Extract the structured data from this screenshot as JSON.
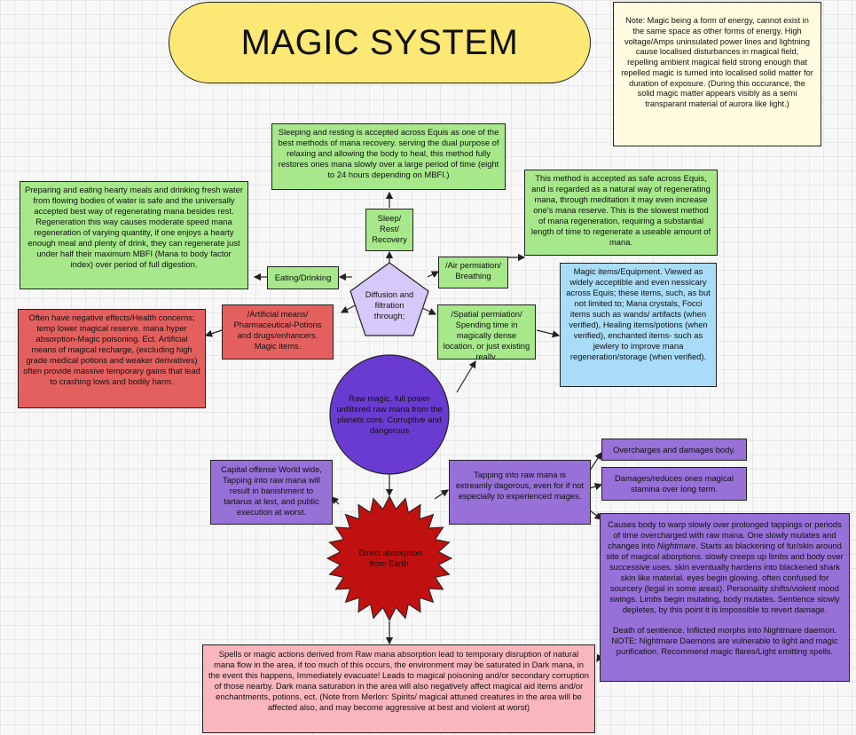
{
  "title": "MAGIC SYSTEM",
  "note": "Note: Magic being a form of energy, cannot exist in the same space as other forms of energy, High voltage/Amps uninsulated power lines and lightning cause localised disturbances in magical field, repelling ambient magical field strong enough that repelled magic is turned into localised solid matter for duration of exposure. (During this occurance, the solid magic matter appears visibly as a semi transparant material of aurora like light.)",
  "center": "Diffusion and filtration through;",
  "sleep": {
    "label": "Sleep/ Rest/ Recovery",
    "desc": "Sleeping and resting is accepted across Equis as one of the best methods of mana recovery. serving the dual purpose of relaxing and allowing the body to heal, this method fully restores ones mana slowly over a large period of time (eight to 24 hours depending on MBFI.)"
  },
  "eating": {
    "label": "Eating/Drinking",
    "desc": "Preparing and eating hearty meals and drinking fresh water from flowing bodies of water is safe and the universally accepted best way of regenerating mana besides rest. Regeneration this way causes moderate speed mana regeneration of varying quantity, if one enjoys a hearty enough meal and plenty of drink, they can regenerate just under half their maximum MBFI (Mana to body factor index) over period of full digestion."
  },
  "air": {
    "label": "/Air permiation/ Breathing",
    "desc": "This method is accepted as safe across Equis, and is regarded as a natural way of regenerating mana, through meditation it may even increase one's mana reserve. This is the slowest method of mana regeneration, requiring a substantial length of time to regenerate a useable amount of mana."
  },
  "artificial": {
    "label": "/Artificial means/ Pharmaceutical-Potions and drugs/enhancers. Magic items.",
    "desc": "Often have negative effects/Health concerns; temp lower magical reserve. mana hyper absorption-Magic poisoning. Ect. Artificial means of magical recharge, (excluding high grade medical potions and weaker derivatives) often provide massive temporary gains that lead to crashing lows and bodily harm."
  },
  "spatial": {
    "label": "/Spatial permiation/ Spending time in magically dense location. or just existing really.",
    "desc": "Magic items/Equipment. Viewed as widely acceptible and even nessicary across Equis; these items, such, as but not limited to; Mana crystals, Focci items such as wands/ artifacts (when verified), Healing items/potions (when verified), enchanted items- such as jewlery to improve mana regeneration/storage (when verified)."
  },
  "raw": "Raw magic, full power unfiltered raw mana from the planets core. Corruptive and dangerous",
  "capital": "Capital offense World wide, Tapping into raw mana will result in banishment to tartarus at lest, and public execution at worst.",
  "direct": "Direct absorption from Earth.",
  "tapping": "Tapping into raw mana is extreamly dagerous, even for if not especially to experienced mages.",
  "overcharge": "Overcharges and damages body.",
  "damages": "Damages/reduces ones magical stamina over long term.",
  "warp": {
    "p1": "Causes body to warp slowly over prolonged tappings or periods of time overcharged with raw mana. One slowly mutates and changes into ",
    "nightmare": "Nightmare",
    "p2": ". Starts as blackening of fur/skin around site of magical aborptions. slowly creeps up limbs and body over successive uses. skin eventually hardens into blackened shark skin like material. eyes begin glowing. often confused for sourcery (legal in some areas). Personality shifts/violent mood swings. Limbs begin mutating, body mutates. Sentience slowly depletes, by this point it is impossible to revert damage.",
    "p3": "Death of sentience. Inflicted morphs into Nightmare daemon. NOTE: Nightmare Daemons are vulnerable to light and magic purification. Recommend magic flares/Light emitting spells."
  },
  "spells": "Spells or magic actions derived from Raw mana absorption lead to temporary disruption of natural mana flow in the area, if too much of this occurs, the environment may be saturated in Dark mana, in the event this happens, Immediately evacuate! Leads to magical poisoning and/or secondary corruption of those nearby. Dark mana saturation in the area will also negatively affect magical aid items and/or enchantments, potions, ect. (Note from Merlon: Spirits/ magical attuned creatures in the area will be affected also, and may become aggressive at best and violent at worst)",
  "colors": {
    "title": "#fbe875",
    "note": "#fffbdf",
    "green": "#a6e88a",
    "red": "#e4605e",
    "purple": "#9770d8",
    "blue": "#a8dcf7",
    "pink": "#f9b6bd",
    "lavender": "#d6c8f8",
    "starburst": "#c01010"
  }
}
